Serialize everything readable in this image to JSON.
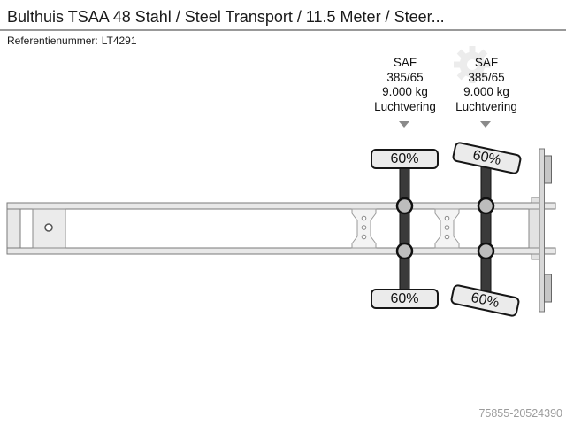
{
  "header": {
    "title": "Bulthuis TSAA 48 Stahl / Steel Transport / 11.5 Meter / Steer...",
    "reference_label": "Referentienummer:",
    "reference_value": "LT4291"
  },
  "axles": [
    {
      "brand": "SAF",
      "tyre_size": "385/65",
      "axle_load": "9.000 kg",
      "suspension": "Luchtvering",
      "wheels": [
        {
          "load": "60%"
        },
        {
          "load": "60%"
        }
      ]
    },
    {
      "brand": "SAF",
      "tyre_size": "385/65",
      "axle_load": "9.000 kg",
      "suspension": "Luchtvering",
      "wheels": [
        {
          "load": "60%"
        },
        {
          "load": "60%"
        }
      ]
    }
  ],
  "footer": {
    "image_id": "75855-20524390"
  },
  "diagram": {
    "type": "trailer-chassis-top-view",
    "axle_count": 2,
    "steered_axle_index": 1,
    "colors": {
      "chassis_fill": "#e8e8e8",
      "chassis_outline": "#7a7a7a",
      "axle_bar": "#3a3a3a",
      "hub_fill": "#bdbdbd",
      "wheel_fill": "#ebebeb",
      "wheel_border": "#161616",
      "marker": "#8a8a8a",
      "footer_text": "#9c9c9c",
      "watermark": "#ececec"
    }
  }
}
